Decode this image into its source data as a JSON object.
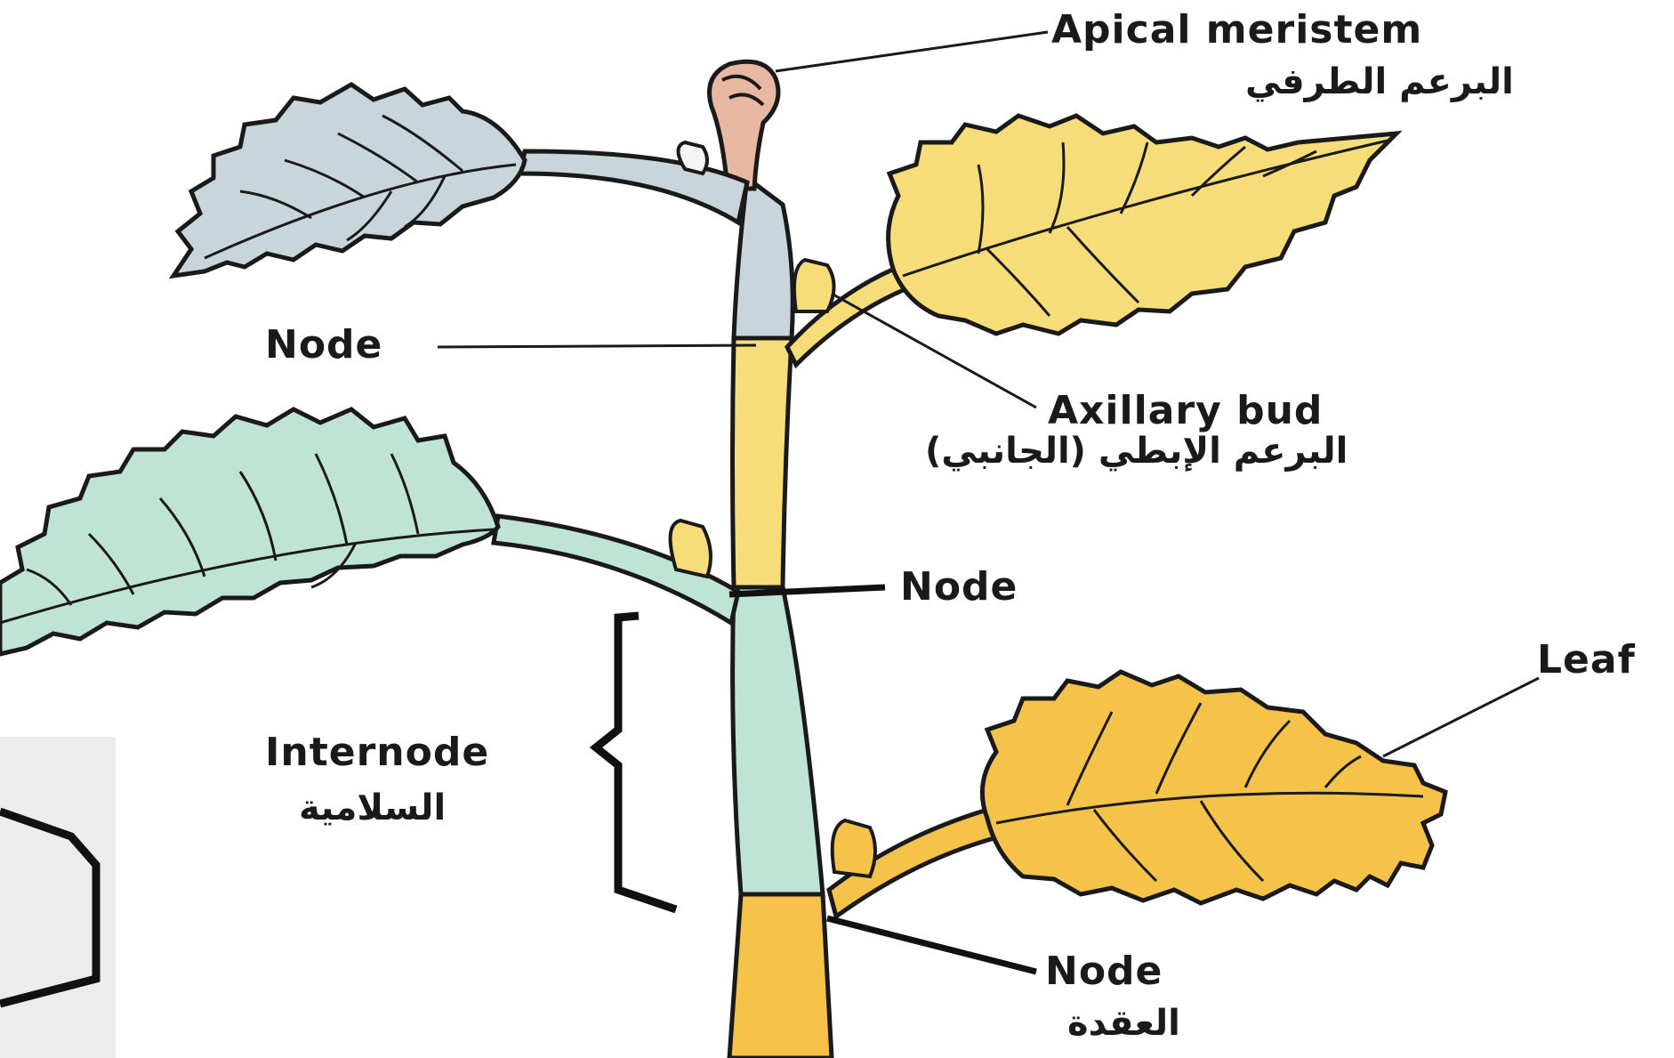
{
  "labels": {
    "apical_meristem": "Apical meristem",
    "apical_meristem_ar": "البرعم الطرفي",
    "node_upper": "Node",
    "axillary_bud": "Axillary bud",
    "axillary_bud_ar": "البرعم الإبطي (الجانبي)",
    "node_middle": "Node",
    "leaf": "Leaf",
    "internode": "Internode",
    "internode_ar": "السلامية",
    "node_lower": "Node",
    "node_lower_ar": "العقدة"
  },
  "colors": {
    "leaf_gray_blue": "#c8d6dc",
    "leaf_mint": "#bfe3d4",
    "leaf_yellow": "#f7dd7a",
    "leaf_orange": "#f5c24a",
    "apical_bud": "#e8b8a2",
    "outline": "#1a1a1a",
    "inset_panel": "#ececec"
  }
}
